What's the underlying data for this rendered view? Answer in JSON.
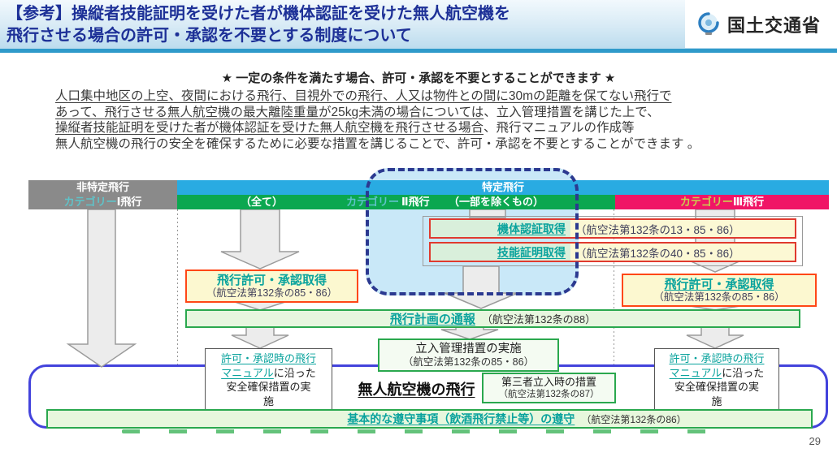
{
  "header": {
    "title_line1": "【参考】操縦者技能証明を受けた者が機体認証を受けた無人航空機を",
    "title_line2": "飛行させる場合の許可・承認を不要とする制度について",
    "agency": "国土交通省"
  },
  "intro": {
    "star_line": "★ 一定の条件を満たす場合、許可・承認を不要とすることができます ★",
    "line1": "人口集中地区の上空、夜間における飛行、目視外での飛行、人又は物件との間に30mの距離を保てない飛行で",
    "line2_u": "あって、飛行させる無人航空機の最大離陸重量が25kg未満の場合については",
    "line2_rest": "、立入管理措置を講じた上で、",
    "line3_u": "操縦者技能証明を受けた者が機体認証を受けた無人航空機を飛行させる場合",
    "line3_rest": "、飛行マニュアルの作成等",
    "line4": "無人航空機の飛行の安全を確保するために必要な措置を講じることで、許可・承認を不要とすることができます 。"
  },
  "diagram": {
    "cols": {
      "non_specific": "非特定飛行",
      "specific": "特定飛行",
      "category_label": "カテゴリー",
      "cat1": "Ⅰ飛行",
      "cat2_all": "（全て）",
      "cat2": "Ⅱ飛行",
      "cat2_note": "（一部を除くもの）",
      "cat3": "Ⅲ飛行"
    },
    "cert_boxes": [
      {
        "title": "機体認証取得",
        "ref": "（航空法第132条の13・85・86）"
      },
      {
        "title": "技能証明取得",
        "ref": "（航空法第132条の40・85・86）"
      }
    ],
    "permit_left": {
      "title": "飛行許可・承認取得",
      "ref": "（航空法第132条の85・86）"
    },
    "permit_right": {
      "title": "飛行許可・承認取得",
      "ref": "（航空法第132条の85・86）"
    },
    "flight_plan": {
      "title": "飛行計画の通報",
      "ref": "（航空法第132条の88）"
    },
    "entry_mgmt": {
      "title": "立入管理措置の実施",
      "ref": "（航空法第132条の85・86）"
    },
    "third_party": {
      "title": "第三者立入時の措置",
      "ref": "（航空法第132条の87）"
    },
    "manual": {
      "u1": "許可・承認時の飛行",
      "u2": "マニュアル",
      "rest1": "に沿った",
      "rest2": "安全確保措置の実施"
    },
    "uav_flight": "無人航空機の飛行",
    "basic_rules": {
      "title": "基本的な遵守事項（飲酒飛行禁止等）の遵守",
      "ref": "（航空法第132条の86）"
    }
  },
  "footer": {
    "page_number": "29"
  },
  "colors": {
    "title_blue": "#1d3097",
    "header_rule": "#2f9aca",
    "bar_gray": "#8a8a8a",
    "bar_blue": "#29abe2",
    "bar_green": "#0ba750",
    "bar_pink": "#f01566",
    "teal_accent": "#0aa39d",
    "red_box_border": "#e03a2f",
    "orange_box_border": "#ff4716",
    "green_box_border": "#2aa84e",
    "dashed_navy": "#2b3990",
    "round_rect_blue": "#4343dc"
  }
}
